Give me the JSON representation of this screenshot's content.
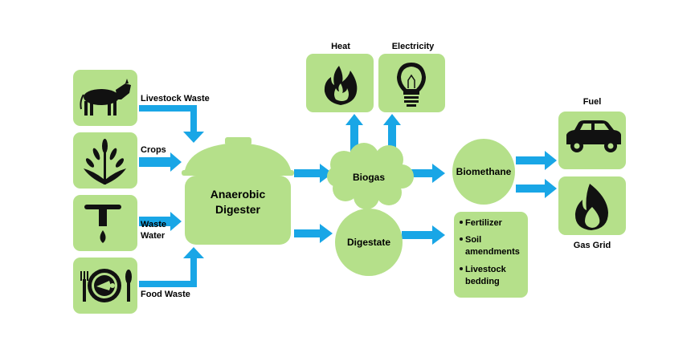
{
  "colors": {
    "node_fill": "#b5e08a",
    "arrow": "#19a6e6",
    "icon": "#111111"
  },
  "inputs": [
    {
      "label_lines": [
        "Livestock Waste"
      ],
      "icon": "cow-icon"
    },
    {
      "label_lines": [
        "Crops"
      ],
      "icon": "wheat-icon"
    },
    {
      "label_lines": [
        "Waste",
        "Water"
      ],
      "icon": "faucet-icon"
    },
    {
      "label_lines": [
        "Food Waste"
      ],
      "icon": "plate-icon"
    }
  ],
  "digester": {
    "label_lines": [
      "Anaerobic",
      "Digester"
    ]
  },
  "biogas": {
    "label": "Biogas"
  },
  "digestate": {
    "label": "Digestate"
  },
  "heat": {
    "label": "Heat",
    "icon": "flame-icon"
  },
  "electricity": {
    "label": "Electricity",
    "icon": "lightbulb-icon"
  },
  "biomethane": {
    "label": "Biomethane"
  },
  "digestate_uses": [
    {
      "lines": [
        "Fertilizer"
      ]
    },
    {
      "lines": [
        "Soil",
        "amendments"
      ]
    },
    {
      "lines": [
        "Livestock",
        "bedding"
      ]
    }
  ],
  "fuel": {
    "label": "Fuel",
    "icon": "car-icon"
  },
  "gas_grid": {
    "label": "Gas Grid",
    "icon": "gas-flame-icon"
  }
}
